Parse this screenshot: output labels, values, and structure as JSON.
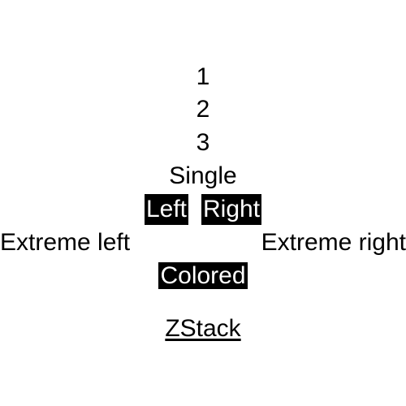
{
  "stack": {
    "items": [
      "1",
      "2",
      "3"
    ],
    "single": "Single"
  },
  "hstack": {
    "left": "Left",
    "right": "Right"
  },
  "extremes": {
    "left": "Extreme left",
    "right": "Extreme right"
  },
  "colored": {
    "label": "Colored",
    "background": "#000000",
    "foreground": "#ffffff"
  },
  "link": {
    "label": "ZStack"
  }
}
